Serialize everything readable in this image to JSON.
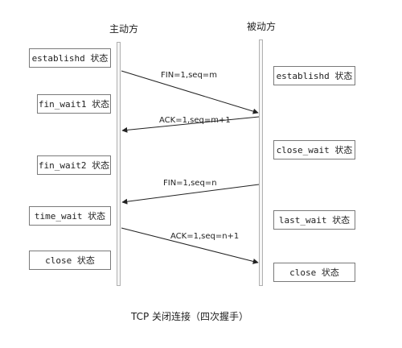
{
  "headers": {
    "active": "主动方",
    "passive": "被动方"
  },
  "active_states": [
    "establishd 状态",
    "fin_wait1 状态",
    "fin_wait2 状态",
    "time_wait 状态",
    "close 状态"
  ],
  "passive_states": [
    "establishd 状态",
    "close_wait 状态",
    "last_wait 状态",
    "close 状态"
  ],
  "messages": [
    "FIN=1,seq=m",
    "ACK=1,seq=m+1",
    "FIN=1,seq=n",
    "ACK=1,seq=n+1"
  ],
  "caption": "TCP 关闭连接（四次握手）"
}
